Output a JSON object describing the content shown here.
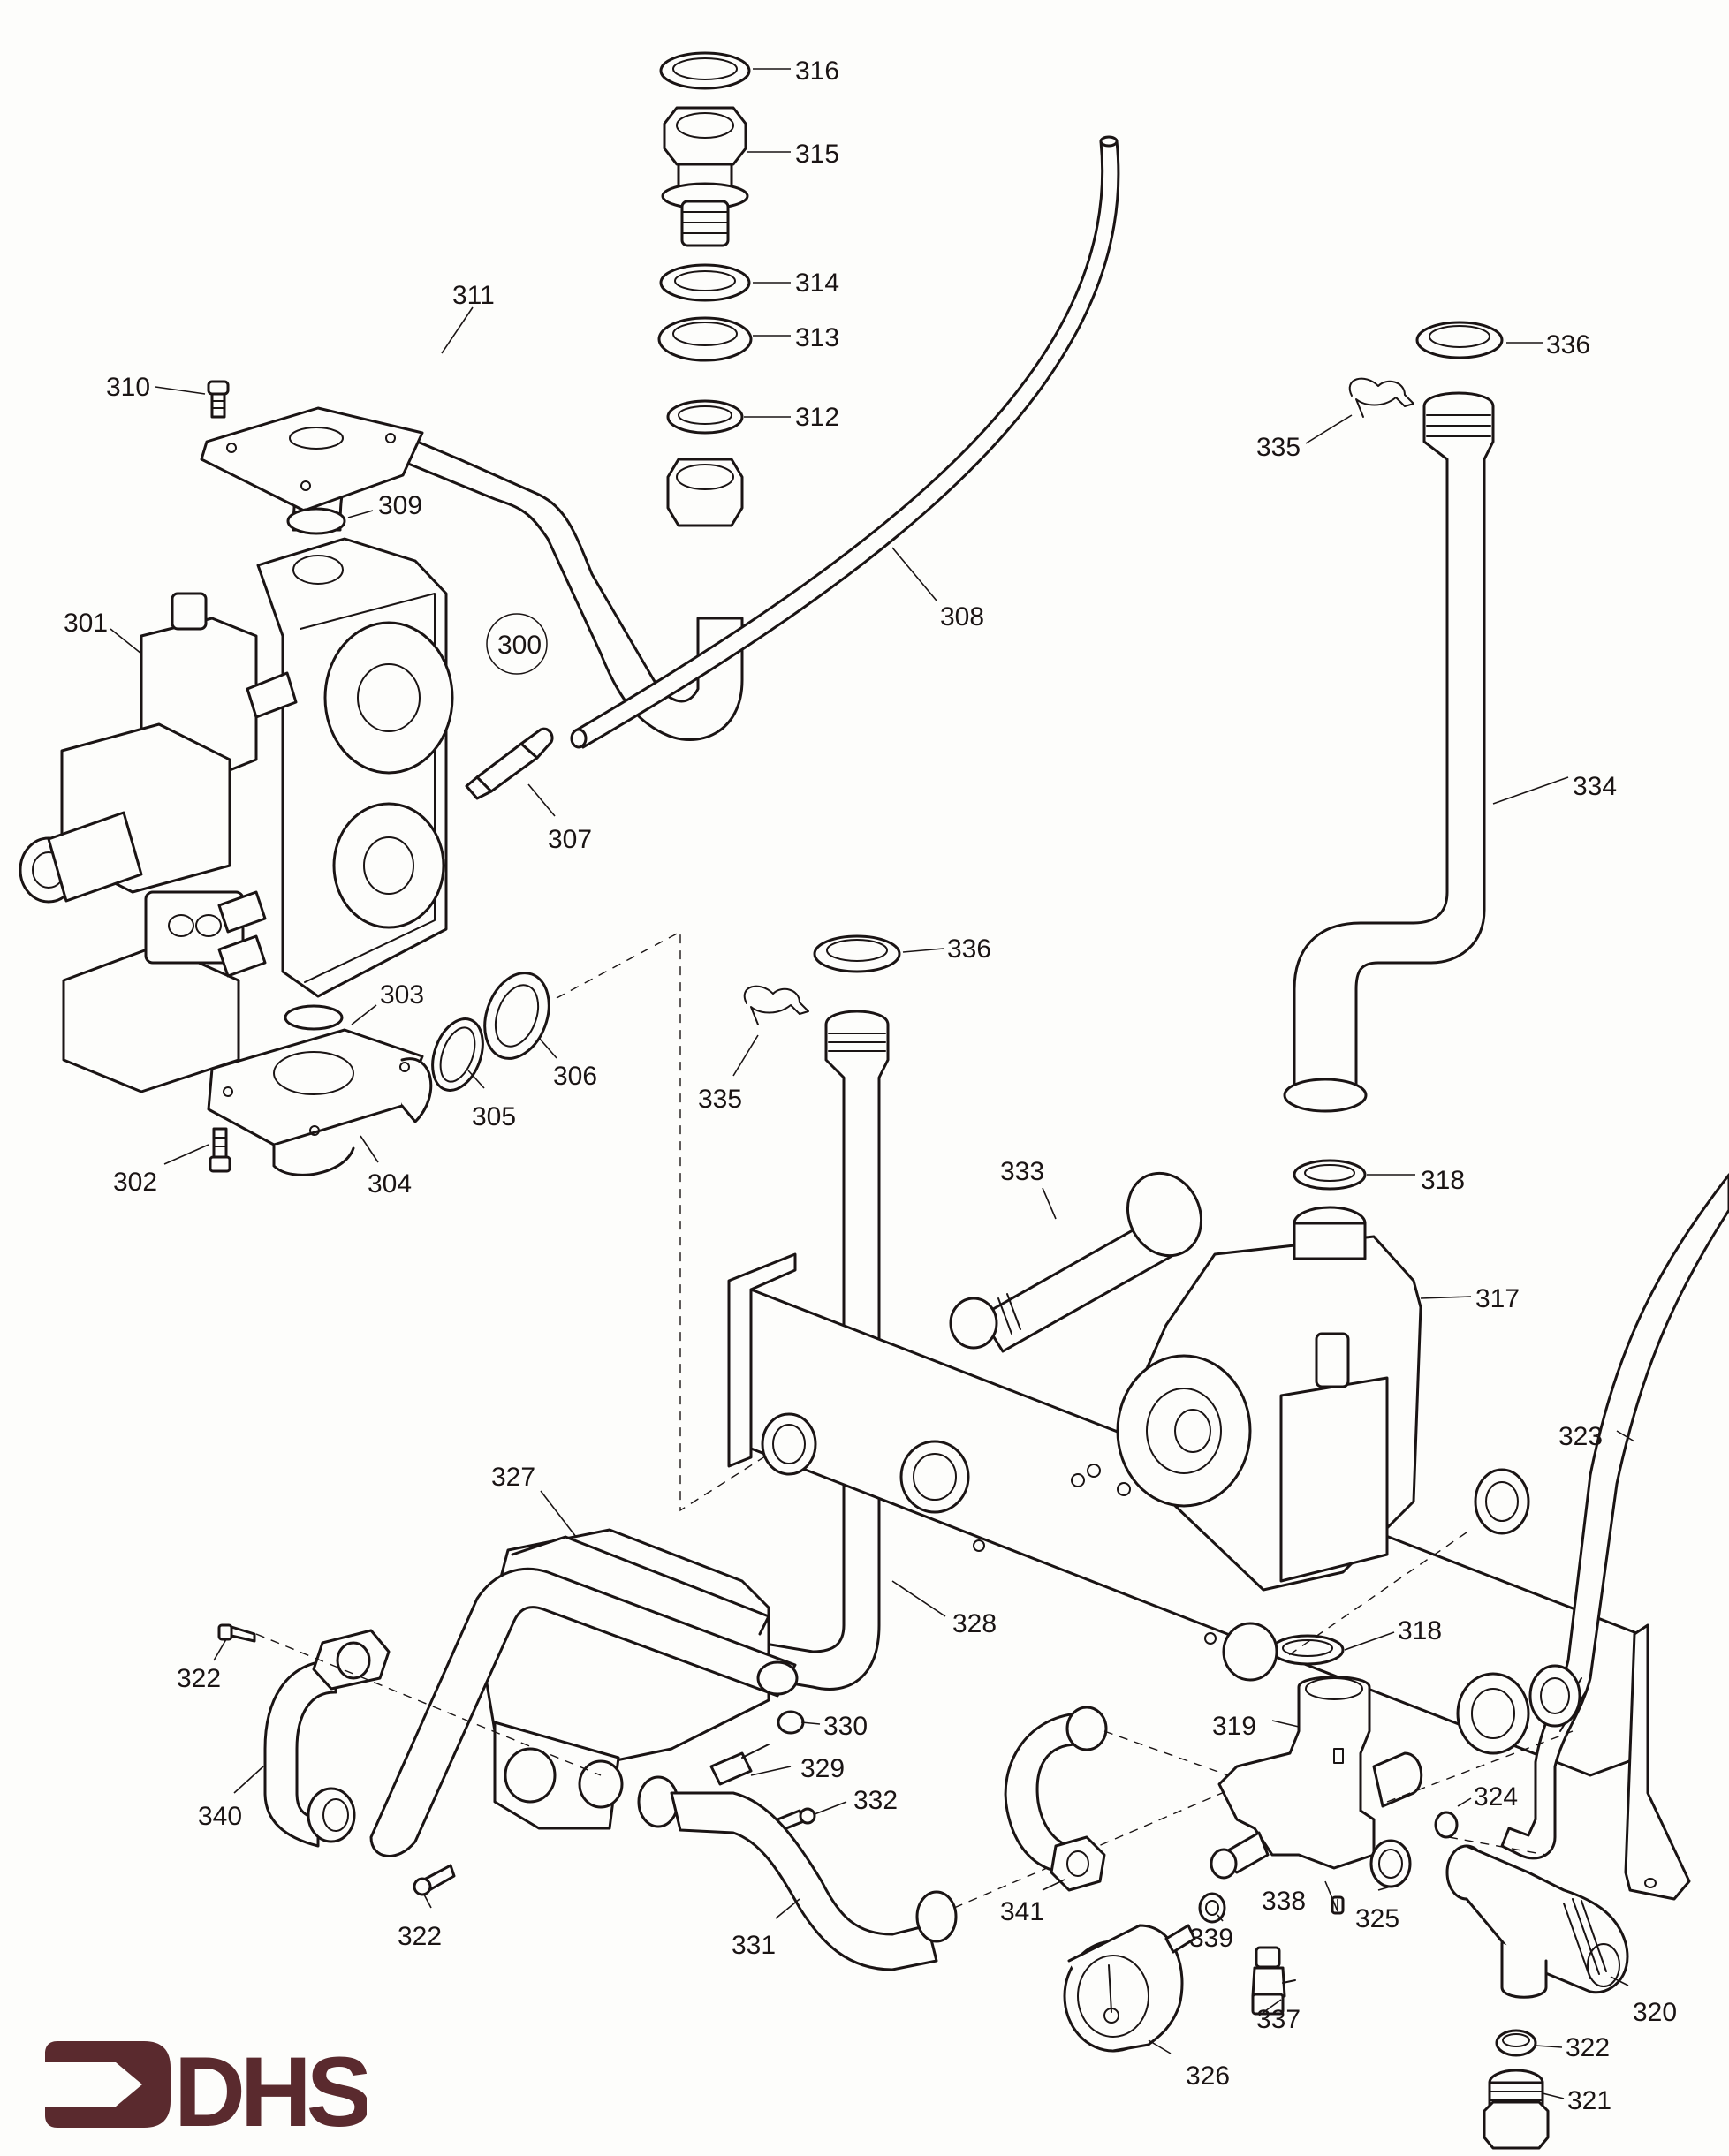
{
  "document": {
    "type": "exploded parts diagram",
    "assembly_ref": "300"
  },
  "brand": {
    "logo_text": "DHS",
    "logo_color": "#5a2a2e"
  },
  "parts": [
    {
      "id": "p316",
      "label": "316",
      "component": "washer"
    },
    {
      "id": "p315",
      "label": "315",
      "component": "union-fitting"
    },
    {
      "id": "p314",
      "label": "314",
      "component": "washer"
    },
    {
      "id": "p313",
      "label": "313",
      "component": "nut"
    },
    {
      "id": "p312",
      "label": "312",
      "component": "washer"
    },
    {
      "id": "p311",
      "label": "311",
      "component": "gas-pipe"
    },
    {
      "id": "p310",
      "label": "310",
      "component": "screw"
    },
    {
      "id": "p309",
      "label": "309",
      "component": "o-ring"
    },
    {
      "id": "p308",
      "label": "308",
      "component": "tube"
    },
    {
      "id": "p301",
      "label": "301",
      "component": "gas-valve"
    },
    {
      "id": "p307",
      "label": "307",
      "component": "nipple"
    },
    {
      "id": "p303",
      "label": "303",
      "component": "o-ring"
    },
    {
      "id": "p306",
      "label": "306",
      "component": "nut"
    },
    {
      "id": "p305",
      "label": "305",
      "component": "washer"
    },
    {
      "id": "p302",
      "label": "302",
      "component": "screw"
    },
    {
      "id": "p304",
      "label": "304",
      "component": "flange"
    },
    {
      "id": "p336a",
      "label": "336",
      "component": "nut"
    },
    {
      "id": "p335a",
      "label": "335",
      "component": "clip"
    },
    {
      "id": "p336b",
      "label": "336",
      "component": "nut"
    },
    {
      "id": "p335b",
      "label": "335",
      "component": "clip"
    },
    {
      "id": "p334",
      "label": "334",
      "component": "flow-pipe"
    },
    {
      "id": "p333",
      "label": "333",
      "component": "pipe-connector"
    },
    {
      "id": "p318a",
      "label": "318",
      "component": "washer"
    },
    {
      "id": "p317",
      "label": "317",
      "component": "pump"
    },
    {
      "id": "p323",
      "label": "323",
      "component": "pipe"
    },
    {
      "id": "p327",
      "label": "327",
      "component": "diverter-valve"
    },
    {
      "id": "p328",
      "label": "328",
      "component": "pipe"
    },
    {
      "id": "p318b",
      "label": "318",
      "component": "washer"
    },
    {
      "id": "p322a",
      "label": "322",
      "component": "screw"
    },
    {
      "id": "p330",
      "label": "330",
      "component": "o-ring"
    },
    {
      "id": "p319",
      "label": "319",
      "component": "manifold"
    },
    {
      "id": "p329",
      "label": "329",
      "component": "sensor"
    },
    {
      "id": "p324",
      "label": "324",
      "component": "o-ring"
    },
    {
      "id": "p332",
      "label": "332",
      "component": "screw"
    },
    {
      "id": "p340",
      "label": "340",
      "component": "pipe"
    },
    {
      "id": "p338",
      "label": "338",
      "component": "grub-screw"
    },
    {
      "id": "p325",
      "label": "325",
      "component": "washer"
    },
    {
      "id": "p341",
      "label": "341",
      "component": "pipe"
    },
    {
      "id": "p322b",
      "label": "322",
      "component": "screw"
    },
    {
      "id": "p339",
      "label": "339",
      "component": "washer"
    },
    {
      "id": "p331",
      "label": "331",
      "component": "pipe"
    },
    {
      "id": "p320",
      "label": "320",
      "component": "pressure-relief-valve"
    },
    {
      "id": "p337",
      "label": "337",
      "component": "drain-valve"
    },
    {
      "id": "p322c",
      "label": "322",
      "component": "washer"
    },
    {
      "id": "p326",
      "label": "326",
      "component": "pressure-gauge"
    },
    {
      "id": "p321",
      "label": "321",
      "component": "plug"
    }
  ]
}
